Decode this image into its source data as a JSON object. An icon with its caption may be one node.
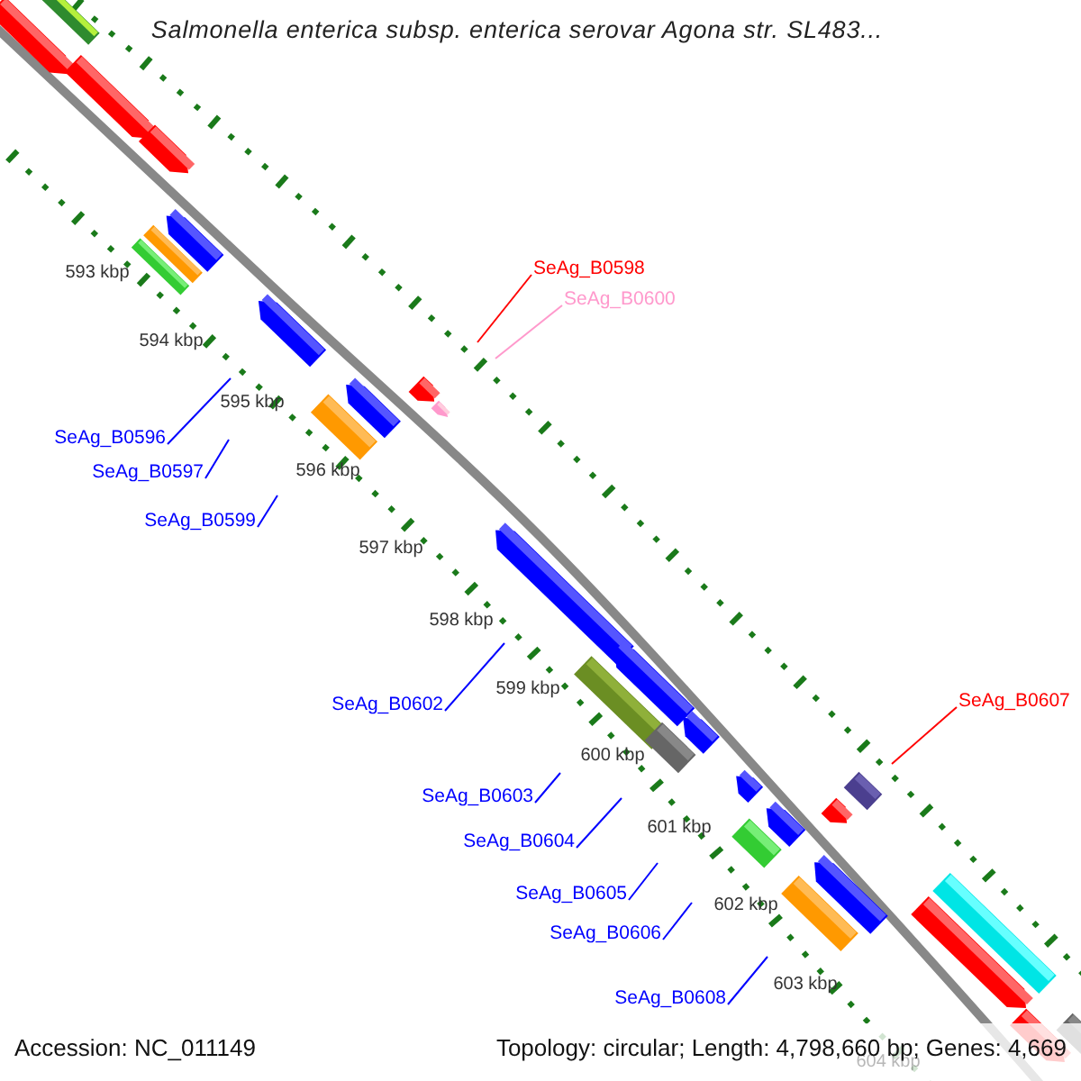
{
  "diagram": {
    "title": "Salmonella enterica subsp. enterica serovar Agona str. SL483...",
    "nodes": [
      {
        "text": [
          "SeAg_B0598"
        ]
      },
      {
        "text": [
          "SeAg_B0600"
        ]
      },
      {
        "text": [
          "SeAg_B0596"
        ]
      },
      {
        "text": [
          "SeAg_B0597"
        ]
      },
      {
        "text": [
          "SeAg_B0599"
        ]
      },
      {
        "text": [
          "SeAg_B0602"
        ]
      },
      {
        "text": [
          "SeAg_B0607"
        ]
      },
      {
        "text": [
          "SeAg_B0603"
        ]
      },
      {
        "text": [
          "SeAg_B0604"
        ]
      },
      {
        "text": [
          "SeAg_B0605"
        ]
      },
      {
        "text": [
          "SeAg_B0606"
        ]
      },
      {
        "text": [
          "SeAg_B0608"
        ]
      }
    ],
    "edges": [
      {
        "from": 0,
        "to": null,
        "arrow": "none",
        "color": "#ff0000"
      },
      {
        "from": 1,
        "to": null,
        "arrow": "none",
        "color": "#ff99cc"
      },
      {
        "from": 2,
        "to": null,
        "arrow": "none"
      },
      {
        "from": 3,
        "to": null,
        "arrow": "none"
      },
      {
        "from": 4,
        "to": null,
        "arrow": "none"
      },
      {
        "from": 5,
        "to": null,
        "arrow": "none"
      },
      {
        "from": 6,
        "to": null,
        "arrow": "none",
        "color": "#ff0000"
      },
      {
        "from": 7,
        "to": null,
        "arrow": "none"
      },
      {
        "from": 8,
        "to": null,
        "arrow": "none"
      },
      {
        "from": 9,
        "to": null,
        "arrow": "none"
      },
      {
        "from": 10,
        "to": null,
        "arrow": "none"
      },
      {
        "from": 11,
        "to": null,
        "arrow": "none"
      }
    ],
    "labels": [
      "593 kbp",
      "594 kbp",
      "595 kbp",
      "596 kbp",
      "597 kbp",
      "598 kbp",
      "599 kbp",
      "600 kbp",
      "601 kbp",
      "602 kbp",
      "603 kbp",
      "604 kbp",
      "Accession: NC_011149",
      "Topology: circular; Length: 4,798,660 bp; Genes: 4,669"
    ]
  }
}
